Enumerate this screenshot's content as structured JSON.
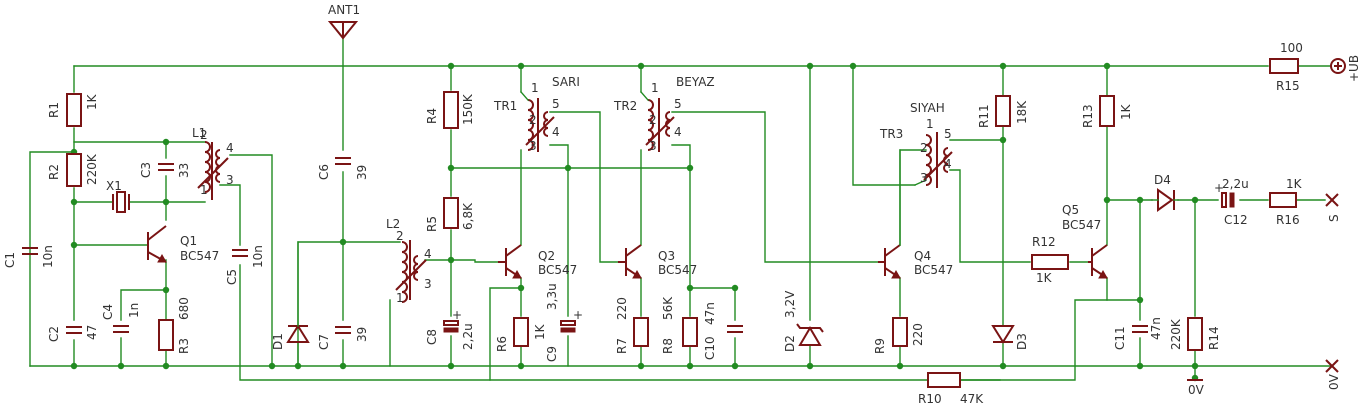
{
  "components": {
    "R1": {
      "name": "R1",
      "value": "1K"
    },
    "R2": {
      "name": "R2",
      "value": "220K"
    },
    "R3": {
      "name": "R3",
      "value": "680"
    },
    "R4": {
      "name": "R4",
      "value": "150K"
    },
    "R5": {
      "name": "R5",
      "value": "6,8K"
    },
    "R6": {
      "name": "R6",
      "value": "1K"
    },
    "R7": {
      "name": "R7",
      "value": "220"
    },
    "R8": {
      "name": "R8",
      "value": "56K"
    },
    "R9": {
      "name": "R9",
      "value": "220"
    },
    "R10": {
      "name": "R10",
      "value": "47K"
    },
    "R11": {
      "name": "R11",
      "value": "18K"
    },
    "R12": {
      "name": "R12",
      "value": "1K"
    },
    "R13": {
      "name": "R13",
      "value": "1K"
    },
    "R14": {
      "name": "R14",
      "value": "220K"
    },
    "R15": {
      "name": "R15",
      "value": "100"
    },
    "R16": {
      "name": "R16",
      "value": "1K"
    },
    "C1": {
      "name": "C1",
      "value": "10n"
    },
    "C2": {
      "name": "C2",
      "value": "47"
    },
    "C3": {
      "name": "C3",
      "value": "33"
    },
    "C4": {
      "name": "C4",
      "value": "1n"
    },
    "C5": {
      "name": "C5",
      "value": "10n"
    },
    "C6": {
      "name": "C6",
      "value": "39"
    },
    "C7": {
      "name": "C7",
      "value": "39"
    },
    "C8": {
      "name": "C8",
      "value": "2,2u"
    },
    "C9": {
      "name": "C9",
      "value": "3,3u"
    },
    "C10": {
      "name": "C10",
      "value": "47n"
    },
    "C11": {
      "name": "C11",
      "value": "47n"
    },
    "C12": {
      "name": "C12",
      "value": "2,2u"
    },
    "Q1": {
      "name": "Q1",
      "value": "BC547"
    },
    "Q2": {
      "name": "Q2",
      "value": "BC547"
    },
    "Q3": {
      "name": "Q3",
      "value": "BC547"
    },
    "Q4": {
      "name": "Q4",
      "value": "BC547"
    },
    "Q5": {
      "name": "Q5",
      "value": "BC547"
    },
    "D1": {
      "name": "D1"
    },
    "D2": {
      "name": "D2",
      "value": "3,2V"
    },
    "D3": {
      "name": "D3"
    },
    "D4": {
      "name": "D4"
    },
    "L1": {
      "name": "L1"
    },
    "L2": {
      "name": "L2"
    },
    "X1": {
      "name": "X1"
    },
    "TR1": {
      "name": "TR1",
      "color": "SARI"
    },
    "TR2": {
      "name": "TR2",
      "color": "BEYAZ"
    },
    "TR3": {
      "name": "TR3",
      "color": "SIYAH"
    }
  },
  "nets": {
    "antenna": "ANT1",
    "supply": "+UB",
    "ground": "0V",
    "ground_symbol": "0V",
    "output": "S"
  },
  "pins": {
    "p1": "1",
    "p2": "2",
    "p3": "3",
    "p4": "4",
    "p5": "5"
  },
  "colors": {
    "wire": "#228b22",
    "component": "#7a1414",
    "text": "#333333"
  }
}
